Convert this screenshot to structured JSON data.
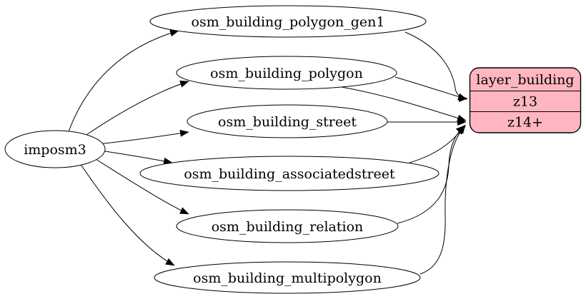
{
  "diagram": {
    "type": "graphviz-etl-flow",
    "source": {
      "label": "imposm3"
    },
    "tables": [
      {
        "label": "osm_building_polygon_gen1"
      },
      {
        "label": "osm_building_polygon"
      },
      {
        "label": "osm_building_street"
      },
      {
        "label": "osm_building_associatedstreet"
      },
      {
        "label": "osm_building_relation"
      },
      {
        "label": "osm_building_multipolygon"
      }
    ],
    "record": {
      "title": "layer_building",
      "rows": [
        "z13",
        "z14+"
      ]
    },
    "colors": {
      "record_fill": "#ffb6c1",
      "record_stroke": "#000000",
      "node_fill": "#ffffff",
      "stroke": "#000000",
      "background": "#ffffff"
    },
    "edges": [
      {
        "from": "imposm3",
        "to": "osm_building_polygon_gen1"
      },
      {
        "from": "imposm3",
        "to": "osm_building_polygon"
      },
      {
        "from": "imposm3",
        "to": "osm_building_street"
      },
      {
        "from": "imposm3",
        "to": "osm_building_associatedstreet"
      },
      {
        "from": "imposm3",
        "to": "osm_building_relation"
      },
      {
        "from": "imposm3",
        "to": "osm_building_multipolygon"
      },
      {
        "from": "osm_building_polygon_gen1",
        "to": "layer_building:z13"
      },
      {
        "from": "osm_building_polygon",
        "to": "layer_building:z13"
      },
      {
        "from": "osm_building_polygon",
        "to": "layer_building:z14+"
      },
      {
        "from": "osm_building_street",
        "to": "layer_building:z14+"
      },
      {
        "from": "osm_building_associatedstreet",
        "to": "layer_building:z14+"
      },
      {
        "from": "osm_building_relation",
        "to": "layer_building:z14+"
      },
      {
        "from": "osm_building_multipolygon",
        "to": "layer_building:z14+"
      }
    ]
  }
}
